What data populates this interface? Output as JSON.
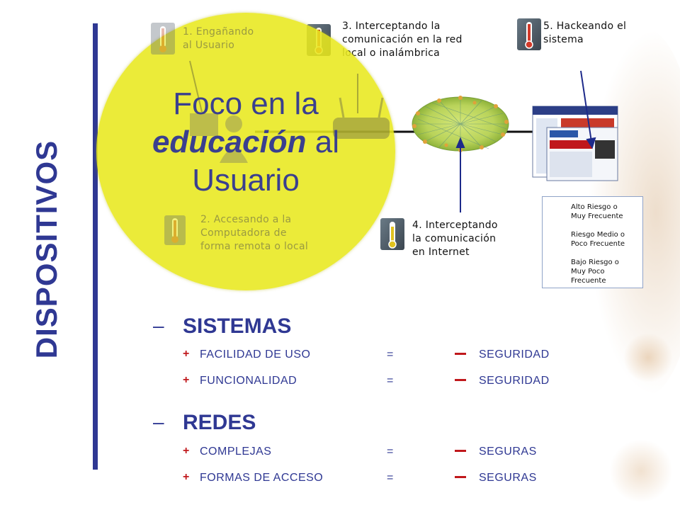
{
  "side_title": "DISPOSITIVOS",
  "focus": {
    "line1": "Foco en la",
    "emphasis": "educación",
    "line2_rest": " al",
    "line3": "Usuario"
  },
  "steps": {
    "s1": [
      "1. Engañando",
      "al Usuario"
    ],
    "s2": [
      "2. Accesando a la",
      "Computadora de",
      "forma remota o local"
    ],
    "s3": [
      "3. Interceptando la",
      "comunicación en la red",
      "local o inalámbrica"
    ],
    "s4": [
      "4. Interceptando",
      "la comunicación",
      "en Internet"
    ],
    "s5": [
      "5. Hackeando el",
      "sistema"
    ]
  },
  "legend": {
    "high": [
      "Alto Riesgo o",
      "Muy Frecuente"
    ],
    "mid": [
      "Riesgo Medio o",
      "Poco Frecuente"
    ],
    "low": [
      "Bajo Riesgo o",
      "Muy Poco",
      "Frecuente"
    ]
  },
  "colors": {
    "primary": "#2f3893",
    "accent": "#c0181c",
    "focus": "#e8e81e"
  },
  "sections": [
    {
      "title": "SISTEMAS",
      "rows": [
        {
          "left": "FACILIDAD DE USO",
          "eq": "=",
          "right": "SEGURIDAD"
        },
        {
          "left": "FUNCIONALIDAD",
          "eq": "=",
          "right": "SEGURIDAD"
        }
      ]
    },
    {
      "title": "REDES",
      "rows": [
        {
          "left": "COMPLEJAS",
          "eq": "=",
          "right": "SEGURAS"
        },
        {
          "left": "FORMAS DE ACCESO",
          "eq": "=",
          "right": "SEGURAS"
        }
      ]
    }
  ],
  "symbols": {
    "dash": "–",
    "plus": "+"
  }
}
